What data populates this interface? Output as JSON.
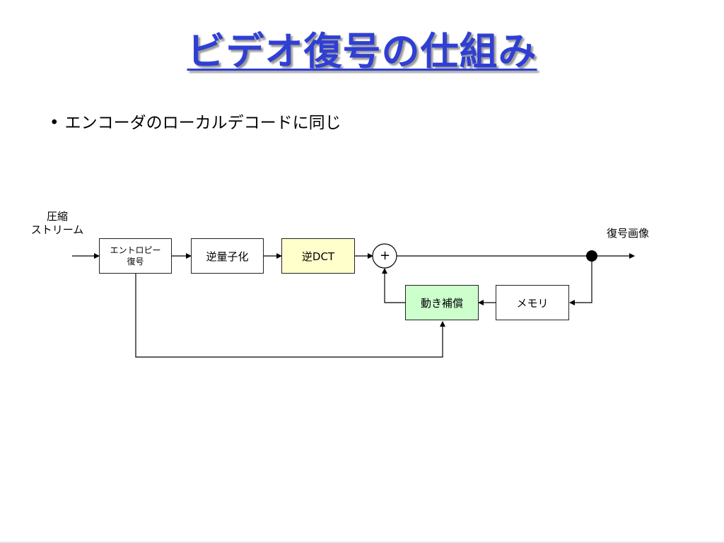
{
  "slide": {
    "title": "ビデオ復号の仕組み",
    "bullet_symbol": "•",
    "bullet": "エンコーダのローカルデコードに同じ"
  },
  "diagram": {
    "input_label_line1": "圧縮",
    "input_label_line2": "ストリーム",
    "output_label": "復号画像",
    "entropy_line1": "エントロピー",
    "entropy_line2": "復号",
    "dequant": "逆量子化",
    "idct": "逆DCT",
    "adder": "+",
    "motion_comp": "動き補償",
    "memory": "メモリ"
  },
  "colors": {
    "title": "#2f3fd4",
    "idct_fill": "#ffffcc",
    "mc_fill": "#ccffcc"
  }
}
